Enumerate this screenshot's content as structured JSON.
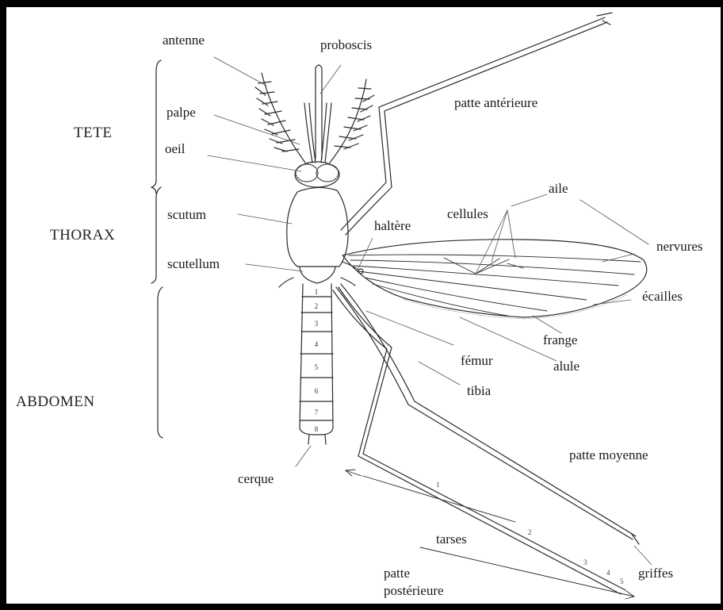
{
  "regions": {
    "head": "TETE",
    "thorax": "THORAX",
    "abdomen": "ABDOMEN"
  },
  "labels": {
    "antenne": "antenne",
    "proboscis": "proboscis",
    "palpe": "palpe",
    "oeil": "oeil",
    "scutum": "scutum",
    "scutellum": "scutellum",
    "haltere": "haltère",
    "patte_anterieure": "patte antérieure",
    "aile": "aile",
    "cellules": "cellules",
    "nervures": "nervures",
    "ecailles": "écailles",
    "frange": "frange",
    "alule": "alule",
    "femur": "fémur",
    "tibia": "tibia",
    "cerque": "cerque",
    "patte_moyenne": "patte moyenne",
    "tarses": "tarses",
    "griffes": "griffes",
    "patte_posterieure_line1": "patte",
    "patte_posterieure_line2": "postérieure"
  },
  "abdomen_segments": [
    "1",
    "2",
    "3",
    "4",
    "5",
    "6",
    "7",
    "8"
  ],
  "tarsus_numbers": [
    "1",
    "2",
    "3",
    "4",
    "5"
  ]
}
